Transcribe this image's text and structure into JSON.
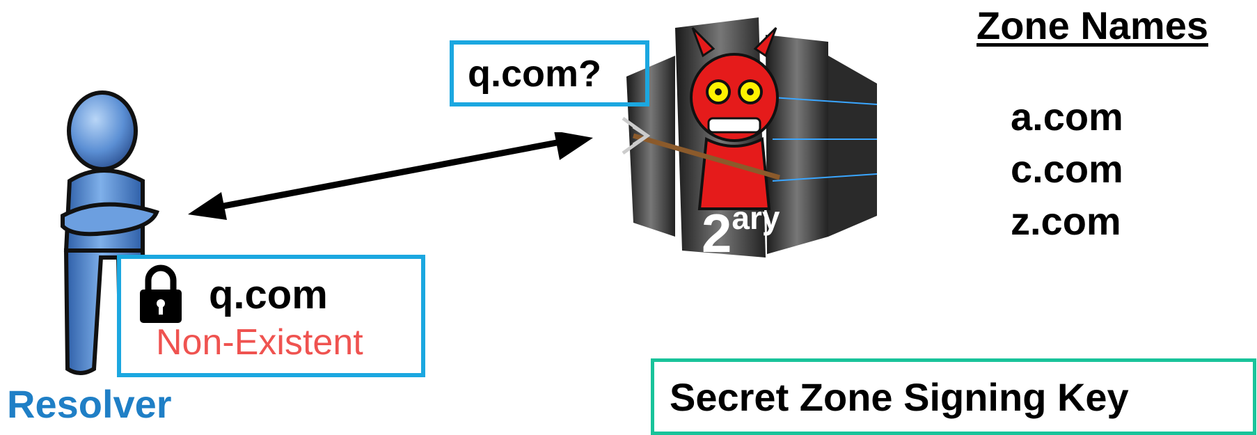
{
  "query": {
    "text": "q.com?"
  },
  "answer": {
    "name": "q.com",
    "status": "Non-Existent"
  },
  "resolver": {
    "label": "Resolver"
  },
  "server": {
    "label_main": "2",
    "label_sup": "ary"
  },
  "zones": {
    "title": "Zone Names",
    "items": [
      "a.com",
      "c.com",
      "z.com"
    ]
  },
  "key": {
    "label": "Secret Zone Signing Key"
  },
  "colors": {
    "box_border": "#1ba7e0",
    "key_border": "#19c39a",
    "status": "#ef5350",
    "resolver": "#1f7fc6",
    "devil": "#e51b1b"
  }
}
